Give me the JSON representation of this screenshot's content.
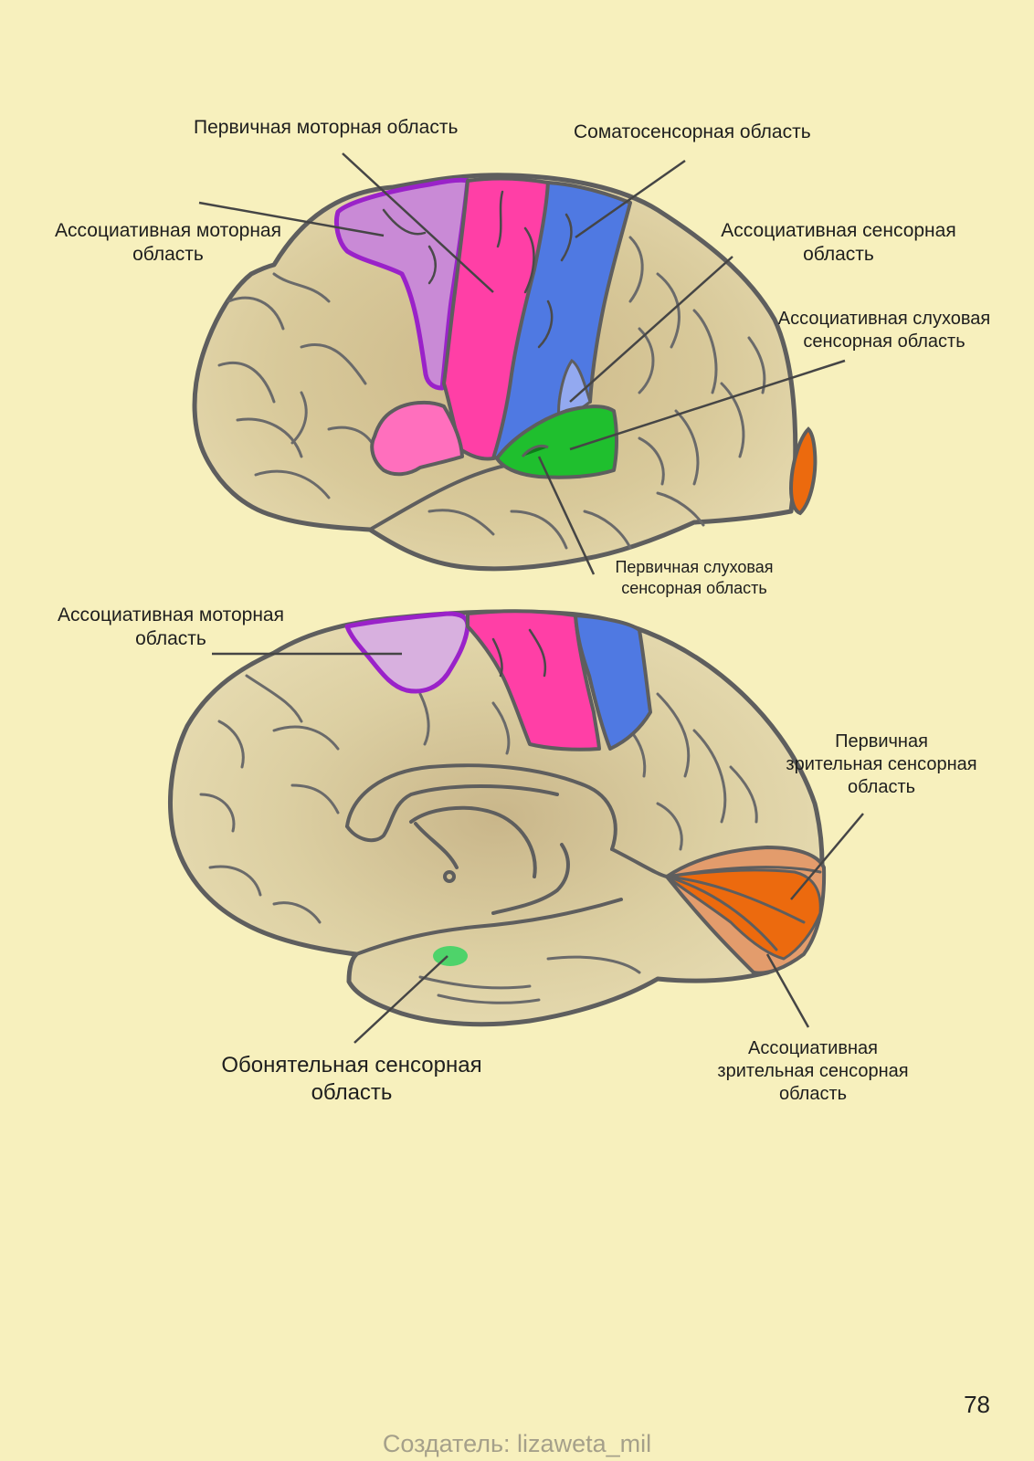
{
  "lateral_view": {
    "labels": {
      "primary_motor": "Первичная моторная область",
      "somatosensory": "Соматосенсорная область",
      "assoc_motor": [
        "Ассоциативная моторная",
        "область"
      ],
      "assoc_sensory": [
        "Ассоциативная сенсорная",
        "область"
      ],
      "assoc_auditory": [
        "Ассоциативная слуховая",
        "сенсорная область"
      ],
      "primary_auditory": [
        "Первичная слуховая",
        "сенсорная область"
      ]
    }
  },
  "medial_view": {
    "labels": {
      "assoc_motor": [
        "Ассоциативная моторная",
        "область"
      ],
      "primary_visual": [
        "Первичная",
        "зрительная сенсорная",
        "область"
      ],
      "olfactory": [
        "Обонятельная сенсорная",
        "область"
      ],
      "assoc_visual": [
        "Ассоциативная",
        "зрительная сенсорная",
        "область"
      ]
    }
  },
  "colors": {
    "background": "#f7f0bd",
    "brain": "#d9ca9a",
    "brain_shade": "#b9a57a",
    "outline": "#5e5e5e",
    "primary_motor": "#ff3fa6",
    "somatosensory": "#4f79e2",
    "assoc_motor": "#c98ad6",
    "assoc_motor_border": "#9a22c9",
    "broca": "#ff6fbd",
    "auditory": "#1fbf2e",
    "assoc_sensory": "#93a9f0",
    "visual_primary": "#ec6a0e",
    "visual_assoc": "#e39c6c",
    "olfactory": "#4ed36a"
  },
  "page_number": "78",
  "credit": "Создатель: lizaweta_mil"
}
